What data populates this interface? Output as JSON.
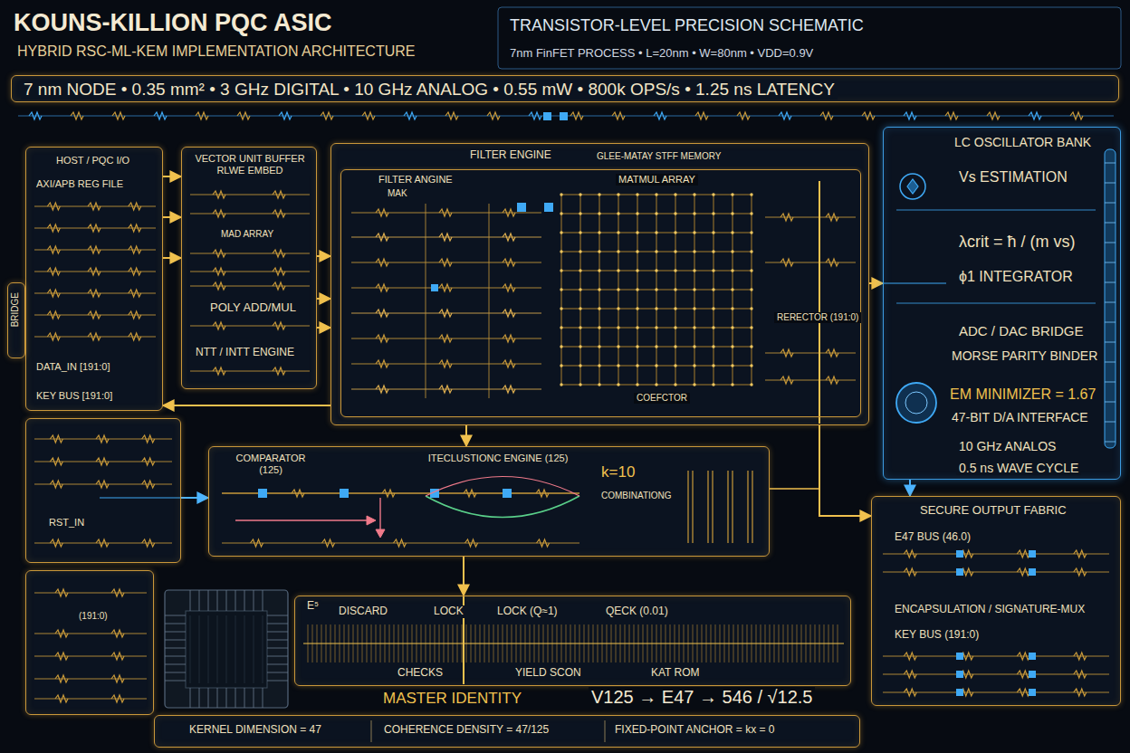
{
  "diagram": {
    "title": "KOUNS-KILLION PQC ASIC",
    "nodes": [
      {
        "text": [
          "7 nm NODE • 0.35 mm² • 3 GHz DIGITAL • 10 GHz ANALOG • 0.55 mW • 800k OPS/s • 1.25 ns LATENCY"
        ]
      },
      {
        "text": [
          "HOST / PQC I/O",
          "AXI/APB REG FILE",
          "DATA_IN [191:0]",
          "KEY BUS [191:0]"
        ]
      },
      {
        "text": [
          "BRIDGE"
        ]
      },
      {
        "text": [
          "VECTOR UNIT BUFFER RLWE EMBED",
          "MAD ARRAY",
          "POLY ADD/MUL",
          "NTT / INTT ENGINE"
        ]
      },
      {
        "text": [
          "FILTER ENGINE",
          "GLEE-MATAY STFF MEMORY"
        ]
      },
      {
        "text": [
          "FILTER ANGINE",
          "MAK"
        ],
        "in": 4
      },
      {
        "text": [
          "LC OSCILLATOR BANK",
          "Vs ESTIMATION",
          "λcrit = ħ / (m vs)",
          "ϕ1 INTEGRATOR",
          "ADC / DAC BRIDGE",
          "MORSE PARITY BINDER",
          "EM MINIMIZER = 1.67",
          "47-BIT D/A INTERFACE",
          "10 GHz ANALOS",
          "0.5 ns WAVE CYCLE"
        ]
      },
      {
        "text": [
          "RST_IN"
        ]
      },
      {
        "text": [
          "COMPARATOR (125)",
          "ITECLUSTIONC ENGINE (125)",
          "k=10",
          "COMBINATIONG"
        ]
      },
      {
        "text": [
          "(191:0)"
        ]
      },
      {
        "text": [
          "E⁵",
          "DISCARD",
          "LOCK",
          "LOCK (Q≈1)",
          "QECK (0.01)",
          "CHECKS",
          "YIELD SCON",
          "KAT ROM"
        ]
      },
      {
        "text": [
          "SECURE OUTPUT FABRIC",
          "E47 BUS (46.0)",
          "ENCAPSULATION / SIGNATURE-MUX",
          "KEY BUS (191:0)"
        ]
      },
      {
        "text": [
          "KERNEL DIMENSION = 47",
          "COHERENCE DENSITY = 47/125",
          "FIXED-POINT ANCHOR = kx = 0"
        ]
      }
    ],
    "edges": [
      {
        "from": 1,
        "to": 3,
        "arrow": "to"
      },
      {
        "from": 1,
        "to": 3,
        "arrow": "to"
      },
      {
        "from": 1,
        "to": 3,
        "arrow": "to"
      },
      {
        "from": 3,
        "to": 4,
        "arrow": "to"
      },
      {
        "from": 3,
        "to": 4,
        "arrow": "to"
      },
      {
        "from": 3,
        "to": 4,
        "arrow": "to"
      },
      {
        "from": 4,
        "to": 1,
        "arrow": "to"
      },
      {
        "from": 4,
        "to": 6,
        "arrow": "to"
      },
      {
        "from": 4,
        "to": 8,
        "arrow": "to"
      },
      {
        "from": 4,
        "to": 11,
        "arrow": "to"
      },
      {
        "from": 7,
        "to": 8,
        "arrow": "to"
      },
      {
        "from": 8,
        "to": 10,
        "arrow": "to"
      },
      {
        "from": 6,
        "to": 11,
        "arrow": "to"
      }
    ],
    "labels": [
      "HYBRID RSC-ML-KEM IMPLEMENTATION ARCHITECTURE",
      "TRANSISTOR-LEVEL PRECISION SCHEMATIC",
      "7nm FinFET PROCESS • L=20nm • W=80nm • VDD=0.9V",
      "MATMUL ARRAY",
      "RERECTOR (191:0)",
      "COEFCTOR",
      "MASTER IDENTITY",
      "V125 → E47 → 546 / √12.5"
    ]
  }
}
